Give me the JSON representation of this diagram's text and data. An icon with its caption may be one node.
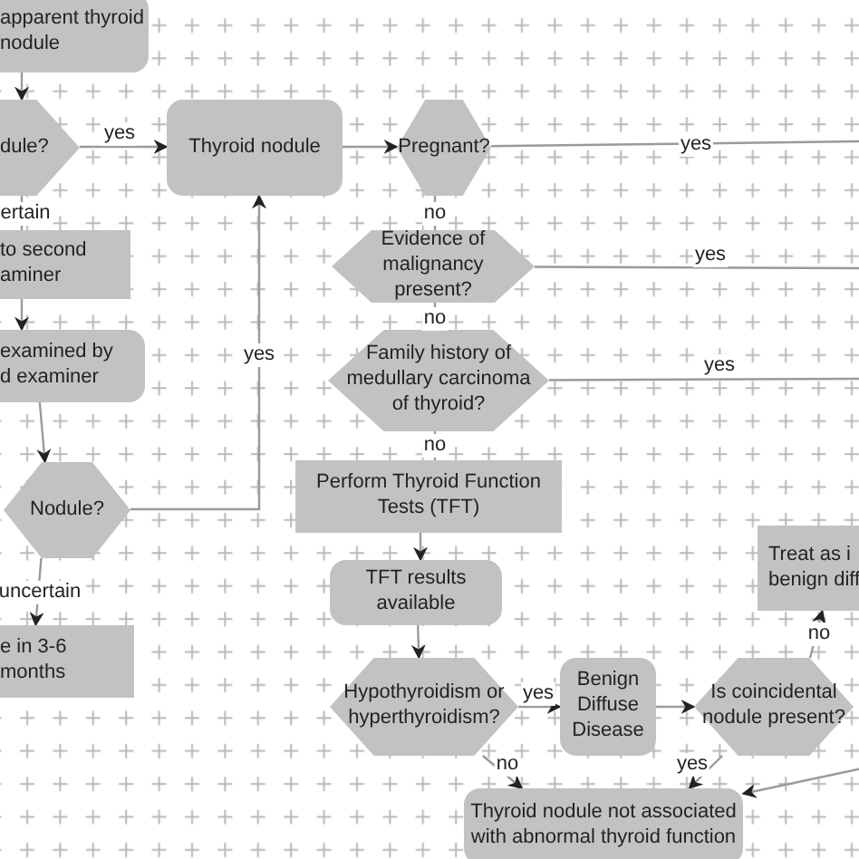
{
  "diagram": {
    "nodes": [
      {
        "text": [
          "apparent thyroid nodule"
        ]
      },
      {
        "text": [
          "dule?"
        ]
      },
      {
        "text": [
          "Thyroid nodule"
        ]
      },
      {
        "text": [
          "to second aminer"
        ]
      },
      {
        "text": [
          "examined by d examiner"
        ]
      },
      {
        "text": [
          "Nodule?"
        ]
      },
      {
        "text": [
          "e in 3-6 months"
        ]
      },
      {
        "text": [
          "Pregnant?"
        ]
      },
      {
        "text": [
          "Evidence of malignancy present?"
        ]
      },
      {
        "text": [
          "Family history of medullary carcinoma of thyroid?"
        ]
      },
      {
        "text": [
          "Perform Thyroid Function Tests (TFT)"
        ]
      },
      {
        "text": [
          "TFT results available"
        ]
      },
      {
        "text": [
          "Hypothyroidism or hyperthyroidism?"
        ]
      },
      {
        "text": [
          "Benign Diffuse Disease"
        ]
      },
      {
        "text": [
          "Thyroid nodule not associated with abnormal thyroid function"
        ]
      },
      {
        "text": [
          "Is coincidental nodule present?"
        ]
      },
      {
        "text": [
          "Treat as i benign diff"
        ]
      }
    ],
    "edges": [
      {
        "from": 0,
        "to": 1,
        "arrow": "to"
      },
      {
        "from": 1,
        "to": 2,
        "arrow": "to",
        "label": "yes"
      },
      {
        "from": 1,
        "to": 3,
        "arrow": "none",
        "label": "ertain"
      },
      {
        "from": 3,
        "to": 4,
        "arrow": "to"
      },
      {
        "from": 4,
        "to": 5,
        "arrow": "to"
      },
      {
        "from": 5,
        "to": 2,
        "arrow": "to",
        "label": "yes"
      },
      {
        "from": 5,
        "to": 6,
        "arrow": "to",
        "label": "uncertain"
      },
      {
        "from": 2,
        "to": 7,
        "arrow": "to"
      },
      {
        "from": 7,
        "to": null,
        "arrow": "none",
        "label": "yes"
      },
      {
        "from": 7,
        "to": 8,
        "arrow": "none",
        "label": "no"
      },
      {
        "from": 8,
        "to": null,
        "arrow": "none",
        "label": "yes"
      },
      {
        "from": 8,
        "to": 9,
        "arrow": "none",
        "label": "no"
      },
      {
        "from": 9,
        "to": null,
        "arrow": "none",
        "label": "yes"
      },
      {
        "from": 9,
        "to": 10,
        "arrow": "none",
        "label": "no"
      },
      {
        "from": 10,
        "to": 11,
        "arrow": "to"
      },
      {
        "from": 11,
        "to": 12,
        "arrow": "to"
      },
      {
        "from": 12,
        "to": 13,
        "arrow": "to",
        "label": "yes"
      },
      {
        "from": 12,
        "to": 14,
        "arrow": "to",
        "label": "no"
      },
      {
        "from": 13,
        "to": 15,
        "arrow": "to"
      },
      {
        "from": 15,
        "to": 16,
        "arrow": "to",
        "label": "no"
      },
      {
        "from": 15,
        "to": 14,
        "arrow": "to",
        "label": "yes"
      },
      {
        "from": null,
        "to": 14,
        "arrow": "to"
      }
    ]
  }
}
